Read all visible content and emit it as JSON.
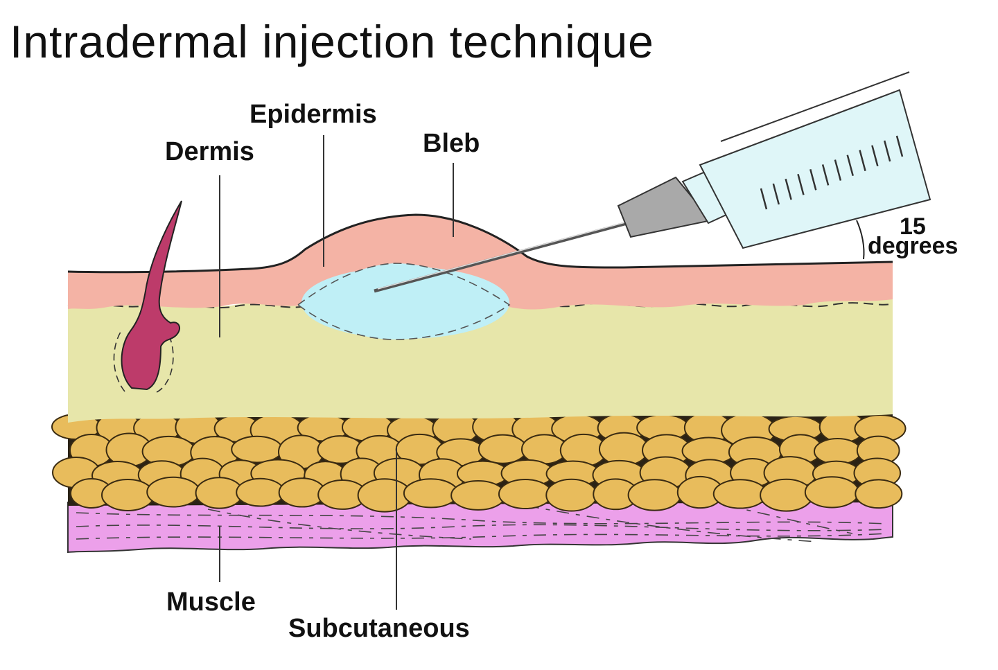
{
  "title": "Intradermal injection technique",
  "labels": {
    "epidermis": "Epidermis",
    "dermis": "Dermis",
    "bleb": "Bleb",
    "angle_value": "15",
    "angle_unit": "degrees",
    "muscle": "Muscle",
    "subcutaneous": "Subcutaneous"
  },
  "colors": {
    "epidermis": "#f4b3a5",
    "dermis": "#e7e6aa",
    "subcutaneous_fat": "#e8bc5c",
    "muscle": "#eca0ea",
    "bleb_fluid": "#bfeff6",
    "syringe": "#dff6f8",
    "needle_hub": "#a9a9a9",
    "hair_follicle": "#bd3b6a"
  }
}
